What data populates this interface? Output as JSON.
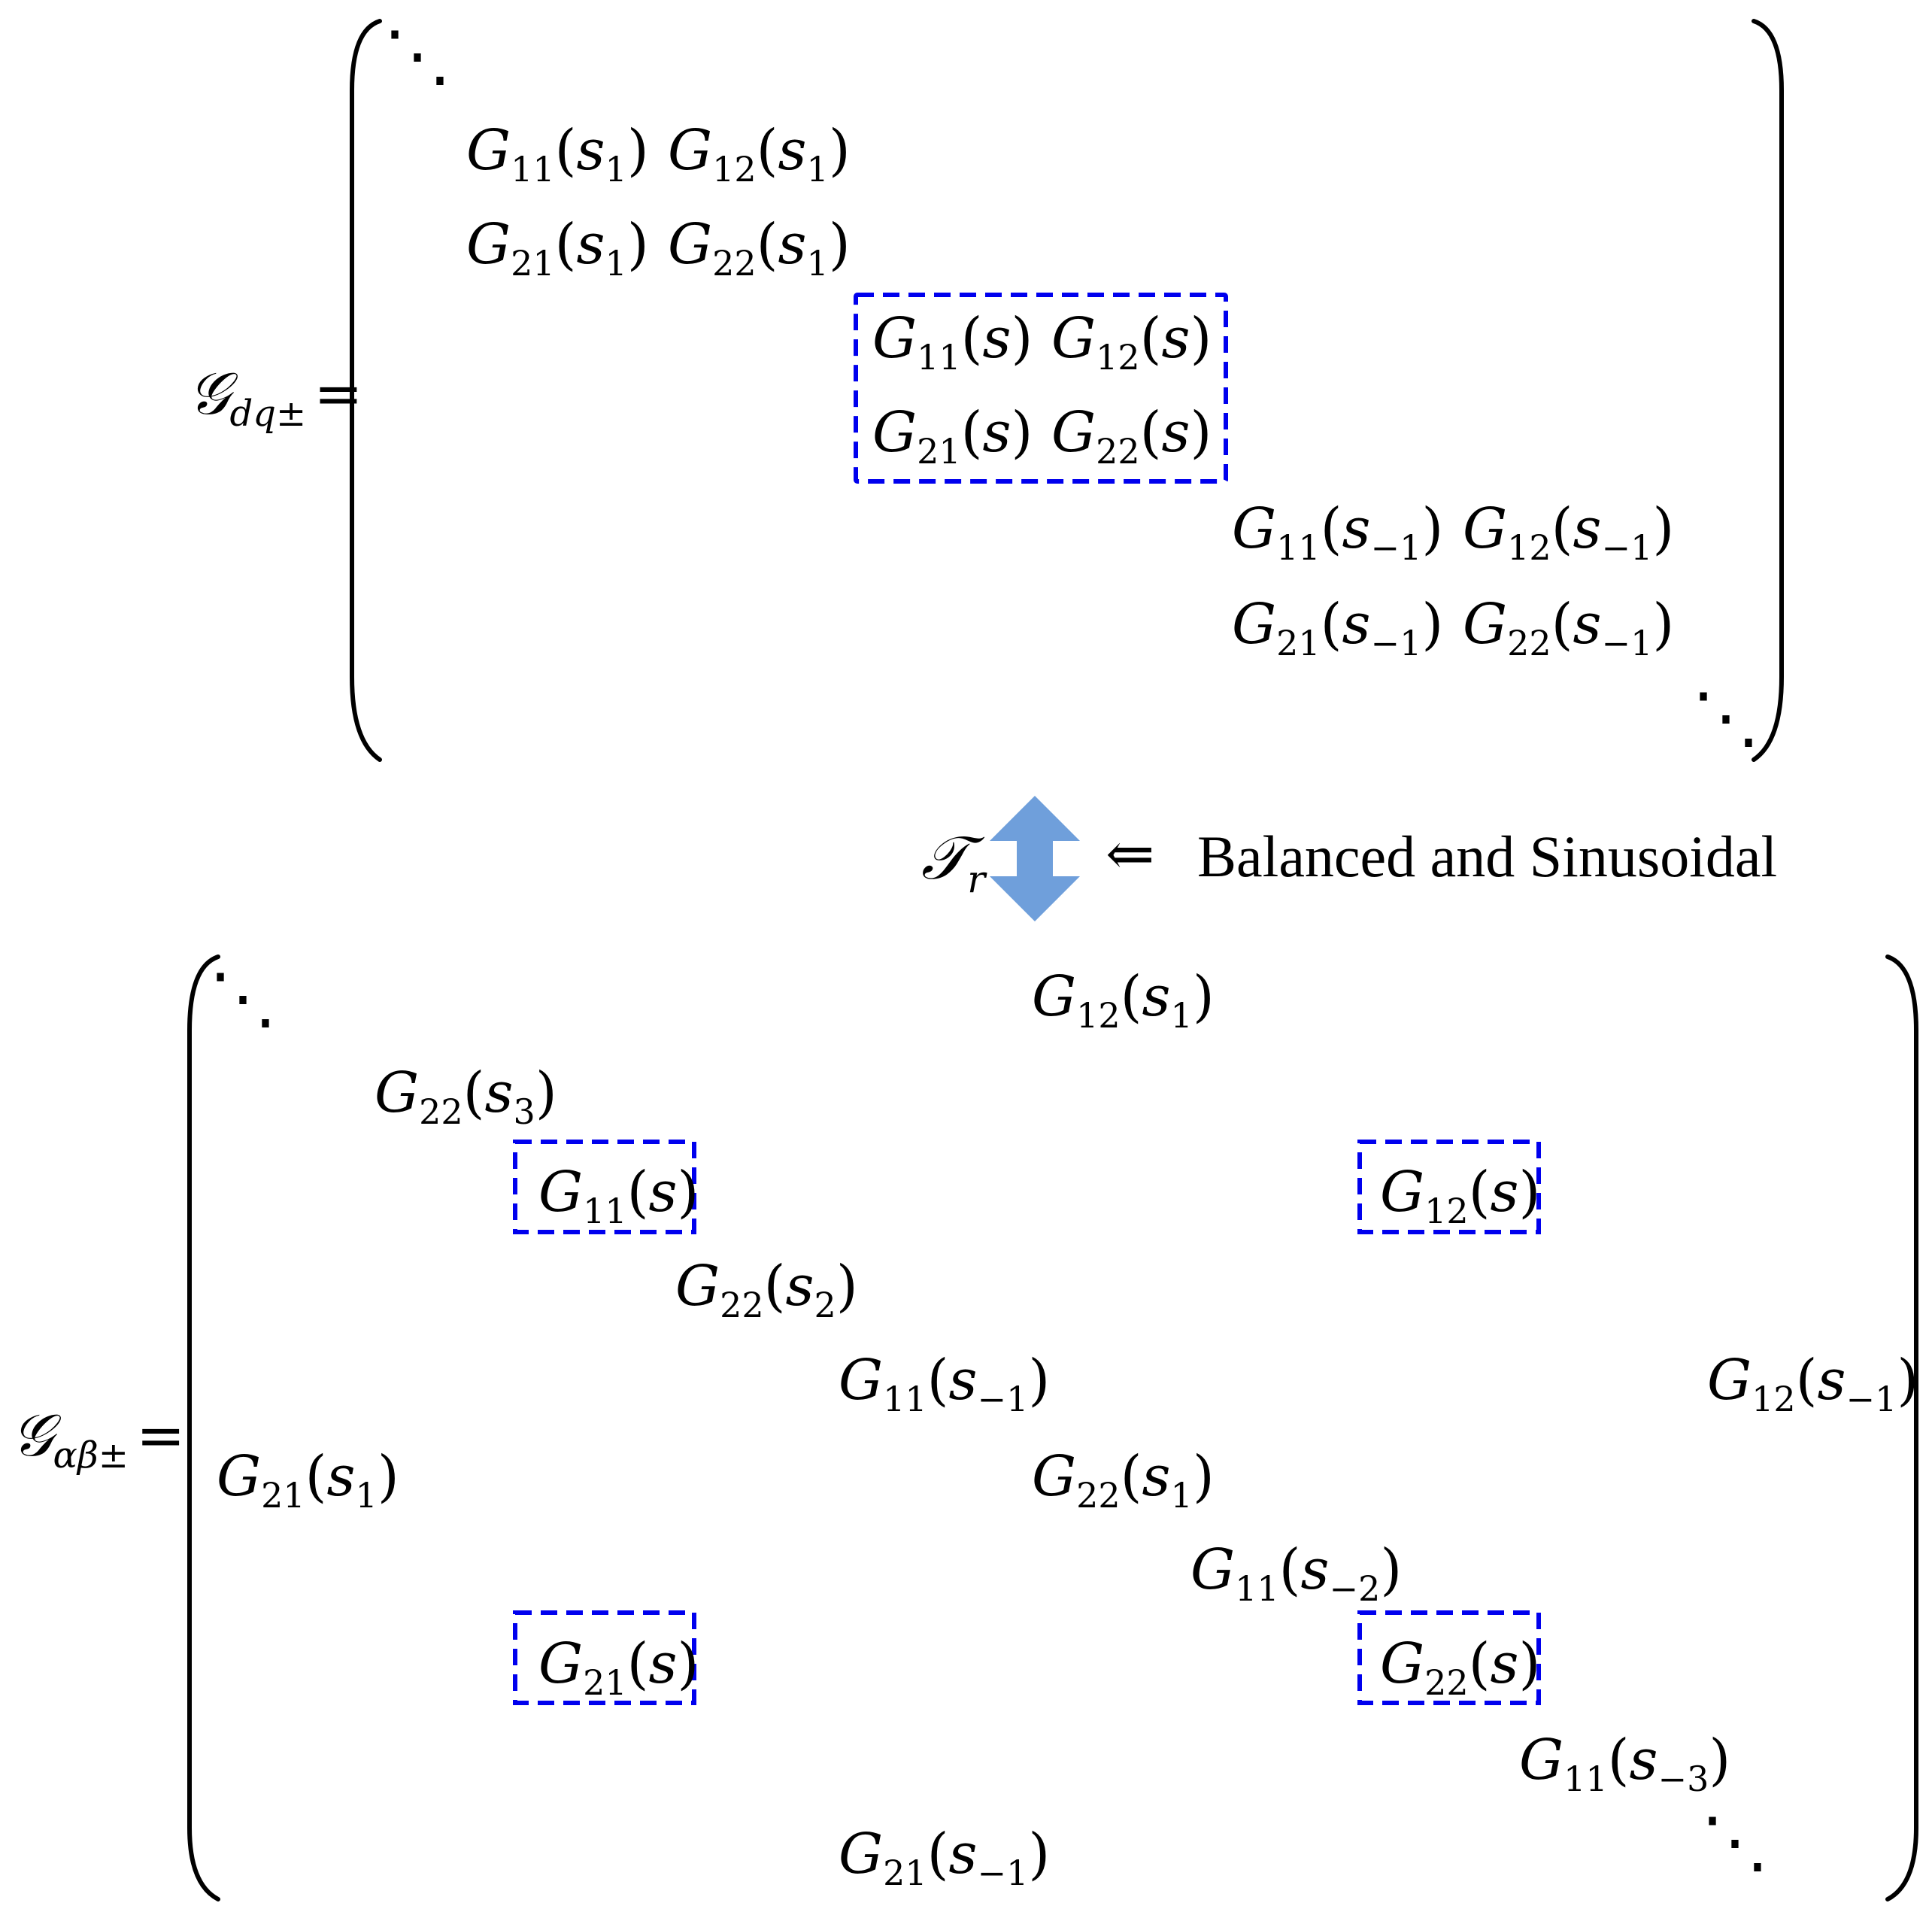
{
  "colors": {
    "box_stroke": "#0000ee",
    "arrow_fill": "#6f9fdb",
    "text": "#000000"
  },
  "top_matrix": {
    "lhs": {
      "symbol": "𝒢",
      "subscript": "dq±",
      "equals": "="
    },
    "dots_top": "⋱",
    "dots_bottom": "⋱",
    "entries": [
      {
        "id": "t1",
        "label": "G",
        "sub": "11",
        "arg": "s",
        "argsub": "1",
        "boxed": false
      },
      {
        "id": "t2",
        "label": "G",
        "sub": "12",
        "arg": "s",
        "argsub": "1",
        "boxed": false
      },
      {
        "id": "t3",
        "label": "G",
        "sub": "21",
        "arg": "s",
        "argsub": "1",
        "boxed": false
      },
      {
        "id": "t4",
        "label": "G",
        "sub": "22",
        "arg": "s",
        "argsub": "1",
        "boxed": false
      },
      {
        "id": "t5",
        "label": "G",
        "sub": "11",
        "arg": "s",
        "argsub": "",
        "boxed": true
      },
      {
        "id": "t6",
        "label": "G",
        "sub": "12",
        "arg": "s",
        "argsub": "",
        "boxed": true
      },
      {
        "id": "t7",
        "label": "G",
        "sub": "21",
        "arg": "s",
        "argsub": "",
        "boxed": true
      },
      {
        "id": "t8",
        "label": "G",
        "sub": "22",
        "arg": "s",
        "argsub": "",
        "boxed": true
      },
      {
        "id": "t9",
        "label": "G",
        "sub": "11",
        "arg": "s",
        "argsub": "−1",
        "boxed": false
      },
      {
        "id": "t10",
        "label": "G",
        "sub": "12",
        "arg": "s",
        "argsub": "−1",
        "boxed": false
      },
      {
        "id": "t11",
        "label": "G",
        "sub": "21",
        "arg": "s",
        "argsub": "−1",
        "boxed": false
      },
      {
        "id": "t12",
        "label": "G",
        "sub": "22",
        "arg": "s",
        "argsub": "−1",
        "boxed": false
      }
    ]
  },
  "transform": {
    "symbol": "𝒯",
    "subscript": "r",
    "implies": "⇐",
    "condition": "Balanced and Sinusoidal"
  },
  "bottom_matrix": {
    "lhs": {
      "symbol": "𝒢",
      "subscript": "αβ±",
      "equals": "="
    },
    "dots_top": "⋱",
    "dots_bottom": "⋱",
    "entries": [
      {
        "id": "b1",
        "label": "G",
        "sub": "12",
        "arg": "s",
        "argsub": "1",
        "boxed": false
      },
      {
        "id": "b2",
        "label": "G",
        "sub": "22",
        "arg": "s",
        "argsub": "3",
        "boxed": false
      },
      {
        "id": "b3",
        "label": "G",
        "sub": "11",
        "arg": "s",
        "argsub": "",
        "boxed": true
      },
      {
        "id": "b4",
        "label": "G",
        "sub": "12",
        "arg": "s",
        "argsub": "",
        "boxed": true
      },
      {
        "id": "b5",
        "label": "G",
        "sub": "22",
        "arg": "s",
        "argsub": "2",
        "boxed": false
      },
      {
        "id": "b6",
        "label": "G",
        "sub": "11",
        "arg": "s",
        "argsub": "−1",
        "boxed": false
      },
      {
        "id": "b7",
        "label": "G",
        "sub": "12",
        "arg": "s",
        "argsub": "−1",
        "boxed": false
      },
      {
        "id": "b8",
        "label": "G",
        "sub": "21",
        "arg": "s",
        "argsub": "1",
        "boxed": false
      },
      {
        "id": "b9",
        "label": "G",
        "sub": "22",
        "arg": "s",
        "argsub": "1",
        "boxed": false
      },
      {
        "id": "b10",
        "label": "G",
        "sub": "11",
        "arg": "s",
        "argsub": "−2",
        "boxed": false
      },
      {
        "id": "b11",
        "label": "G",
        "sub": "21",
        "arg": "s",
        "argsub": "",
        "boxed": true
      },
      {
        "id": "b12",
        "label": "G",
        "sub": "22",
        "arg": "s",
        "argsub": "",
        "boxed": true
      },
      {
        "id": "b13",
        "label": "G",
        "sub": "11",
        "arg": "s",
        "argsub": "−3",
        "boxed": false
      },
      {
        "id": "b14",
        "label": "G",
        "sub": "21",
        "arg": "s",
        "argsub": "−1",
        "boxed": false
      }
    ]
  }
}
